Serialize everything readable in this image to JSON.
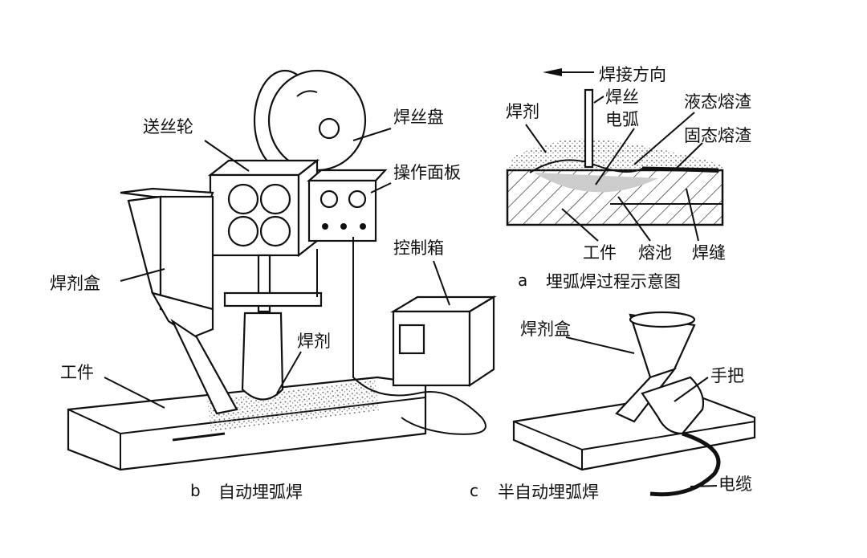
{
  "panel_a": {
    "direction_label": "焊接方向",
    "wire_label": "焊丝",
    "arc_label": "电弧",
    "flux_label": "焊剂",
    "liquid_slag_label": "液态熔渣",
    "solid_slag_label": "固态熔渣",
    "workpiece_label": "工件",
    "pool_label": "熔池",
    "seam_label": "焊缝",
    "caption_letter": "a",
    "caption": "埋弧焊过程示意图"
  },
  "panel_b": {
    "feed_wheel_label": "送丝轮",
    "wire_reel_label": "焊丝盘",
    "panel_label": "操作面板",
    "control_box_label": "控制箱",
    "flux_hopper_label": "焊剂盒",
    "flux_label": "焊剂",
    "workpiece_label": "工件",
    "caption_letter": "b",
    "caption": "自动埋弧焊"
  },
  "panel_c": {
    "flux_hopper_label": "焊剂盒",
    "handle_label": "手把",
    "cable_label": "电缆",
    "caption_letter": "c",
    "caption": "半自动埋弧焊"
  }
}
